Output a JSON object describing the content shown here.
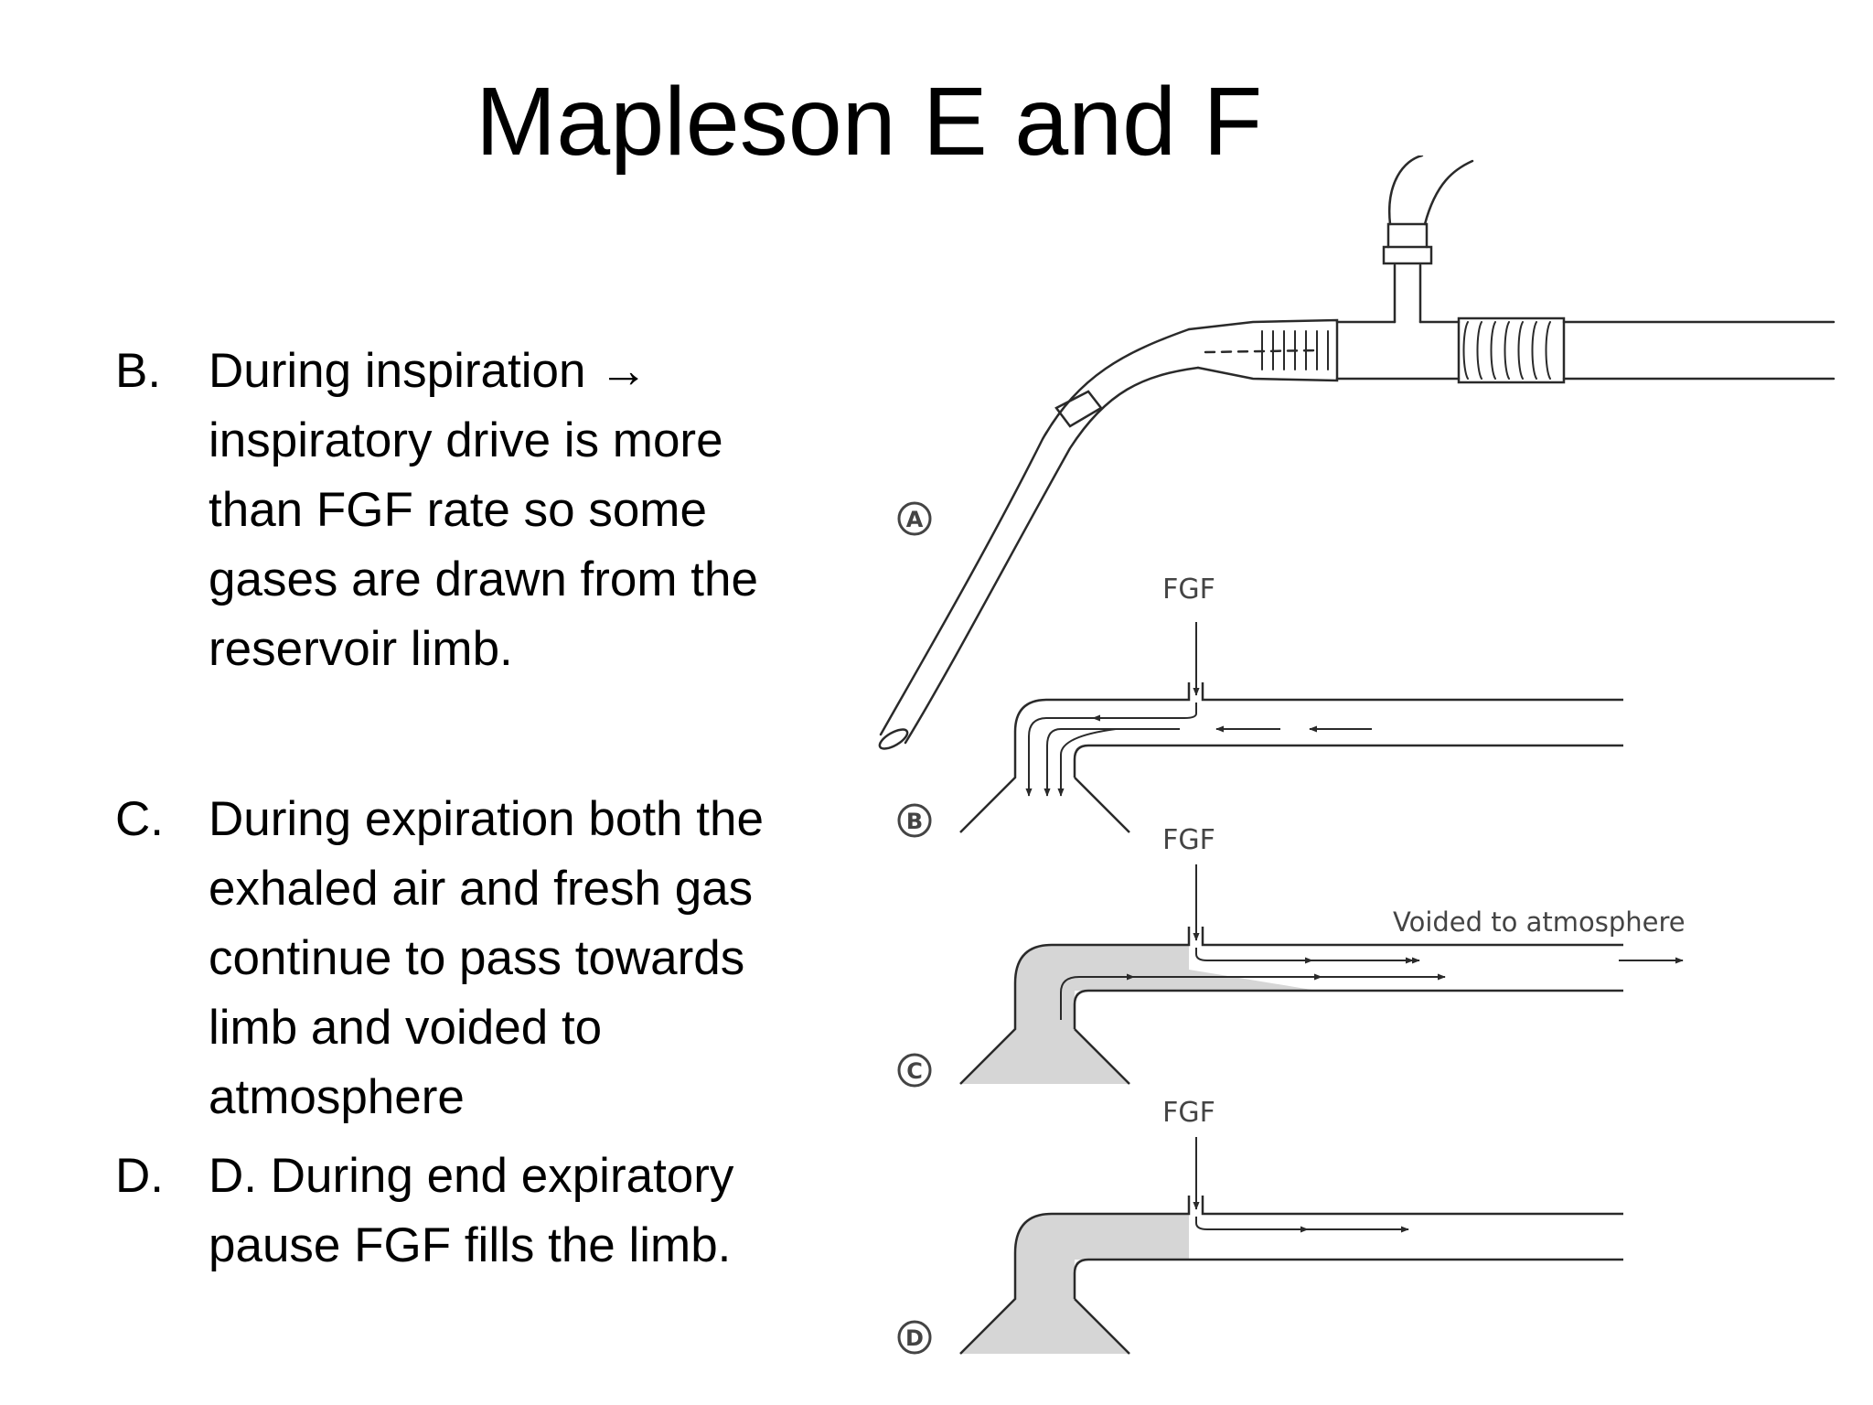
{
  "slide": {
    "title": "Mapleson E and F"
  },
  "bullets": [
    {
      "marker": "B.",
      "text": "During inspiration → inspiratory drive is more than FGF rate so some gases are drawn from the reservoir limb."
    },
    {
      "marker": "C.",
      "text": "During expiration both the exhaled air and fresh gas continue to pass towards limb and voided to atmosphere"
    },
    {
      "marker": "D.",
      "text": "D. During end expiratory pause FGF fills the limb."
    }
  ],
  "diagram": {
    "panel_labels": [
      "A",
      "B",
      "C",
      "D"
    ],
    "fgf_label": "FGF",
    "voided_label": "Voided to atmosphere"
  },
  "colors": {
    "line": "#2a2a2a",
    "gas_fill": "#d6d6d6",
    "background": "#ffffff"
  }
}
